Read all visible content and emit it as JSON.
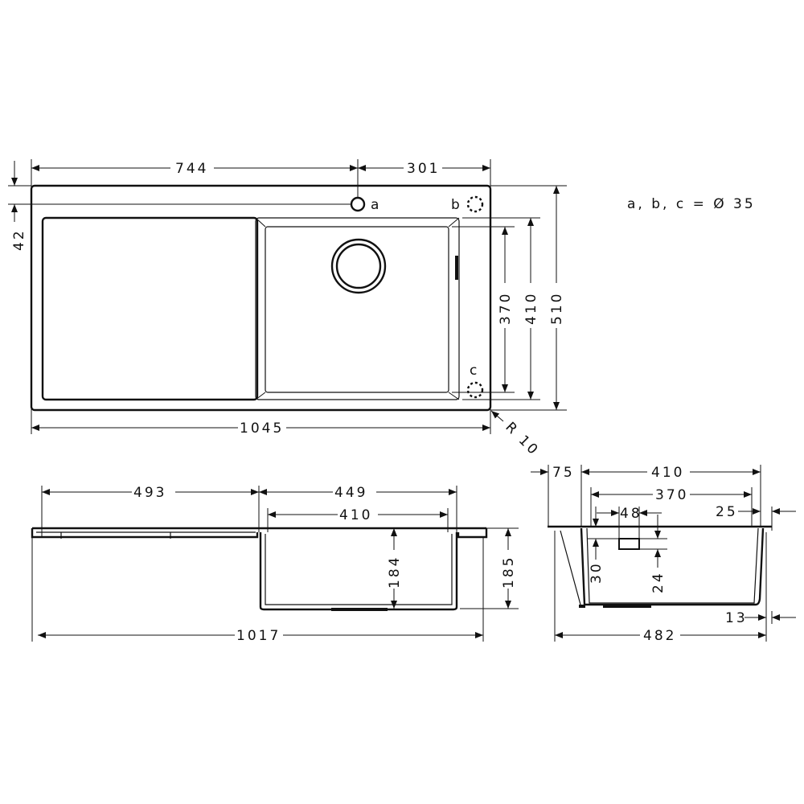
{
  "note": "a, b, c = Ø 35",
  "top_view": {
    "labels": {
      "a": "a",
      "b": "b",
      "c": "c"
    },
    "dims": {
      "d744": "744",
      "d301": "301",
      "d42": "42",
      "d370": "370",
      "d410": "410",
      "d510": "510",
      "d1045": "1045",
      "r10": "R 10"
    }
  },
  "front_view": {
    "dims": {
      "d493": "493",
      "d449": "449",
      "d410": "410",
      "d184": "184",
      "d185": "185",
      "d1017": "1017"
    }
  },
  "side_view": {
    "dims": {
      "d75": "75",
      "d410": "410",
      "d370": "370",
      "d48": "48",
      "d25": "25",
      "d30": "30",
      "d24": "24",
      "d13": "13",
      "d482": "482"
    }
  },
  "colors": {
    "line": "#111111",
    "background": "#ffffff"
  }
}
